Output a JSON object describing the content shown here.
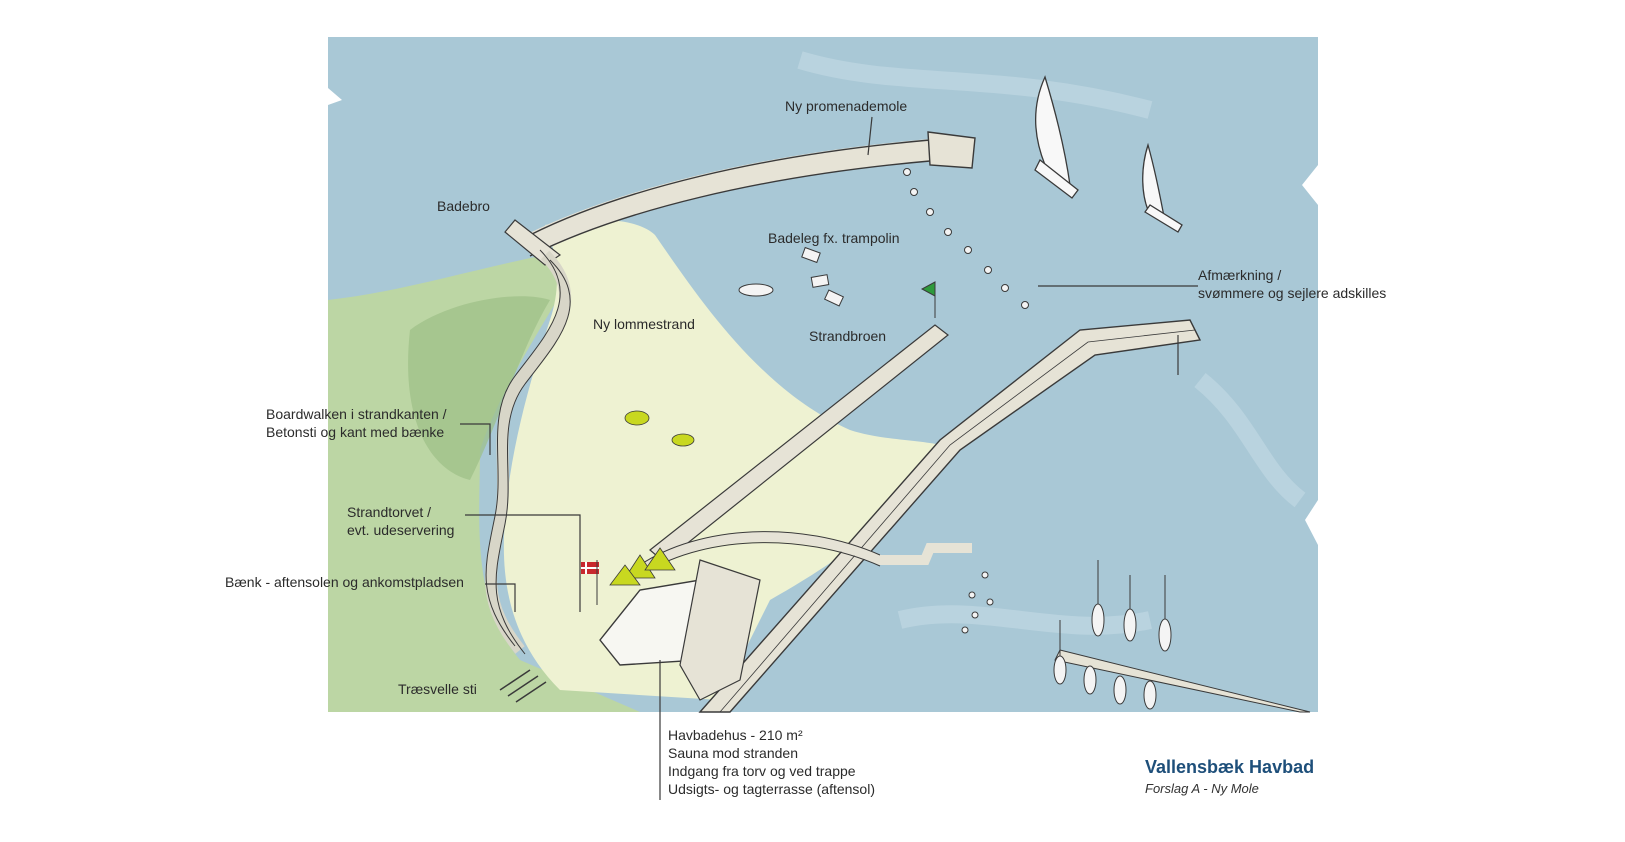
{
  "title": "Vallensbæk Havbad",
  "subtitle": "Forslag A  - Ny Mole",
  "labels": {
    "promenademole": "Ny promenademole",
    "badebro": "Badebro",
    "badeleg": "Badeleg fx. trampolin",
    "afmaerkning": [
      "Afmærkning /",
      "svømmere og sejlere adskilles"
    ],
    "lommestrand": "Ny lommestrand",
    "strandbroen": "Strandbroen",
    "boardwalk": [
      "Boardwalken i strandkanten /",
      "Betonsti og kant med bænke"
    ],
    "strandtorvet": [
      "Strandtorvet /",
      "evt. udeservering"
    ],
    "baenk": "Bænk - aftensolen og ankomstpladsen",
    "traesvelle": "Træsvelle sti",
    "havbadehus": [
      "Havbadehus - 210 m²",
      "Sauna mod stranden",
      "Indgang fra torv og ved trappe",
      "Udsigts- og tagterrasse (aftensol)"
    ]
  },
  "colors": {
    "water": "#a9c8d6",
    "sand": "#eef2d2",
    "vegetation": "#bcd6a4",
    "pier": "#e6e3d6",
    "ink": "#3a3a3a",
    "title": "#1e4f7a",
    "flag": "#c8282d",
    "umbrella": "#c8d820",
    "buoy_flag": "#2e9a3c"
  }
}
